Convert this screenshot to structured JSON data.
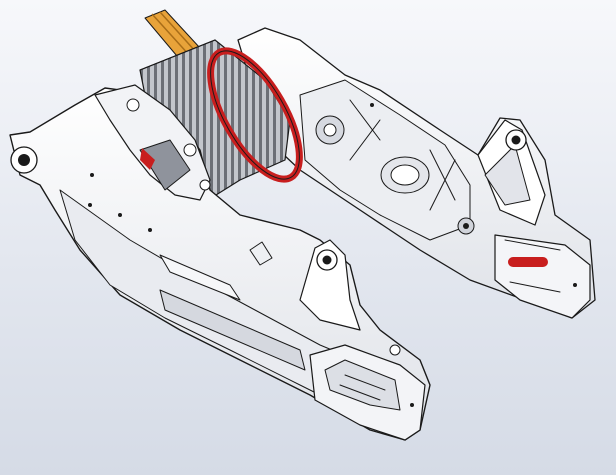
{
  "viewport": {
    "background_top": "#f7f8fb",
    "background_bottom": "#d5dbe6"
  },
  "model": {
    "colors": {
      "body": "#ffffff",
      "shade": "#d9dbe2",
      "dark_shade": "#a9adb8",
      "edge": "#1a1a1a",
      "motor_fins": "#8a8d94",
      "motor_ring": "#c81e1e",
      "cable": "#e8a33a",
      "slot": "#c81e1e"
    },
    "icons": [
      "swingarm-part",
      "motor-part",
      "cable-part"
    ]
  }
}
